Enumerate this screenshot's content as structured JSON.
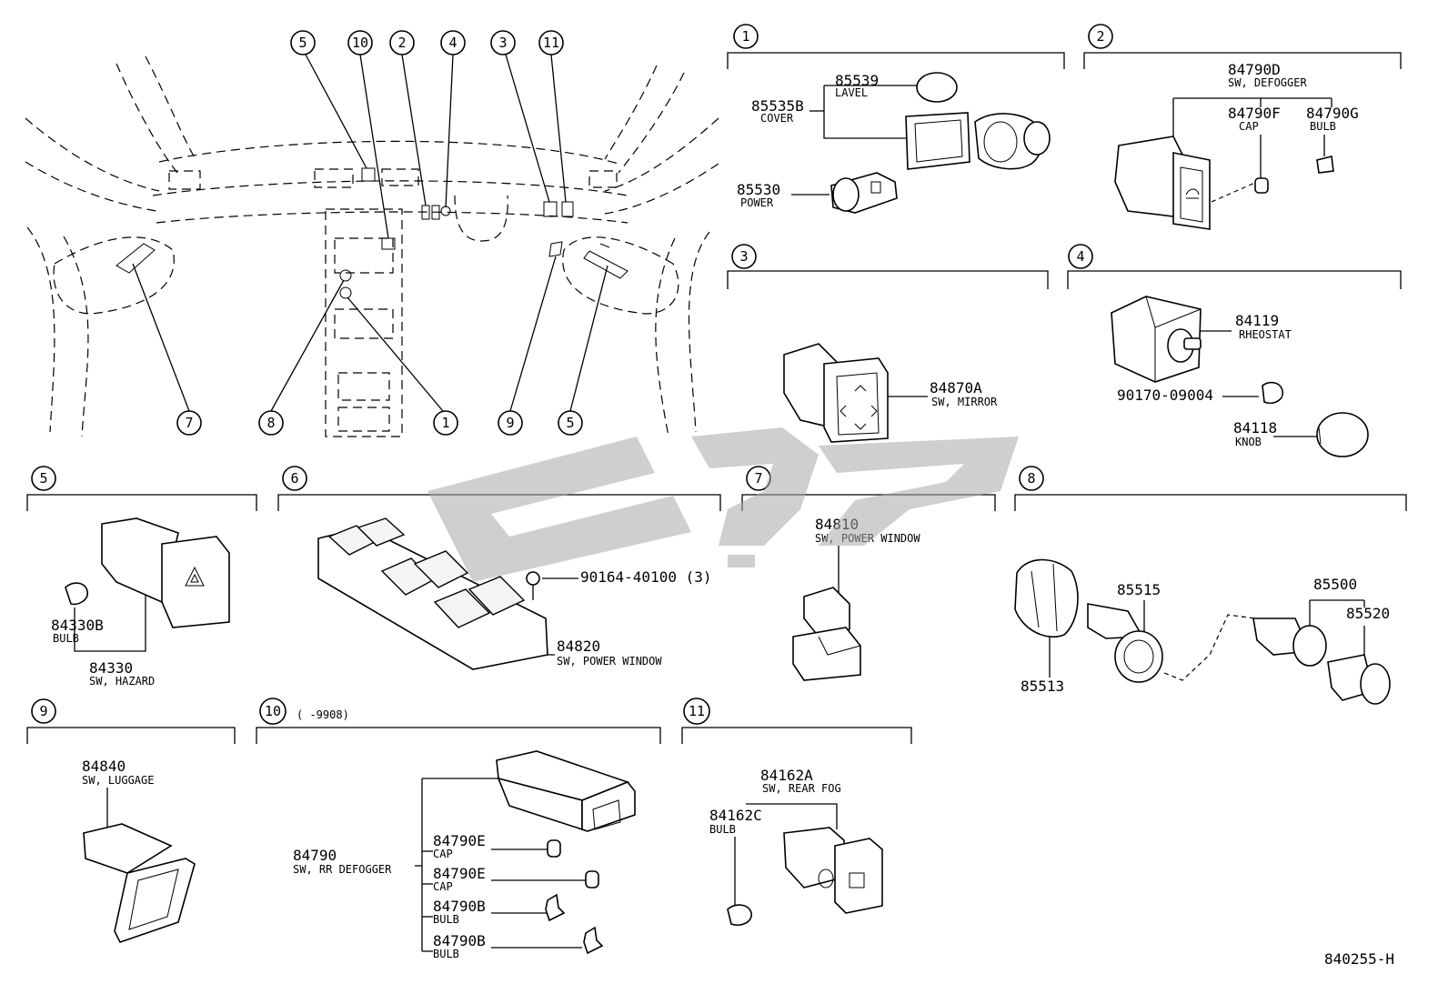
{
  "diagram_id": "840255-H",
  "overview": {
    "callouts_top": [
      "5",
      "10",
      "2",
      "4",
      "3",
      "11"
    ],
    "callouts_bottom": [
      "7",
      "8",
      "1",
      "9",
      "5"
    ]
  },
  "groups": [
    {
      "num": "1",
      "parts": [
        {
          "pn": "85539",
          "desc": "LAVEL"
        },
        {
          "pn": "85535B",
          "desc": "COVER"
        },
        {
          "pn": "85530",
          "desc": "POWER"
        }
      ]
    },
    {
      "num": "2",
      "parts": [
        {
          "pn": "84790D",
          "desc": "SW, DEFOGGER"
        },
        {
          "pn": "84790F",
          "desc": "CAP"
        },
        {
          "pn": "84790G",
          "desc": "BULB"
        }
      ]
    },
    {
      "num": "3",
      "parts": [
        {
          "pn": "84870A",
          "desc": "SW, MIRROR"
        }
      ]
    },
    {
      "num": "4",
      "parts": [
        {
          "pn": "84119",
          "desc": "RHEOSTAT"
        },
        {
          "pn": "90170-09004",
          "desc": ""
        },
        {
          "pn": "84118",
          "desc": "KNOB"
        }
      ]
    },
    {
      "num": "5",
      "parts": [
        {
          "pn": "84330B",
          "desc": "BULB"
        },
        {
          "pn": "84330",
          "desc": "SW, HAZARD"
        }
      ]
    },
    {
      "num": "6",
      "parts": [
        {
          "pn": "90164-40100 (3)",
          "desc": ""
        },
        {
          "pn": "84820",
          "desc": "SW, POWER WINDOW"
        }
      ]
    },
    {
      "num": "7",
      "parts": [
        {
          "pn": "84810",
          "desc": "SW, POWER WINDOW"
        }
      ]
    },
    {
      "num": "8",
      "parts": [
        {
          "pn": "85515",
          "desc": ""
        },
        {
          "pn": "85500",
          "desc": ""
        },
        {
          "pn": "85520",
          "desc": ""
        },
        {
          "pn": "85513",
          "desc": ""
        }
      ]
    },
    {
      "num": "9",
      "parts": [
        {
          "pn": "84840",
          "desc": "SW, LUGGAGE"
        }
      ]
    },
    {
      "num": "10",
      "range": "(      -9908)",
      "parts": [
        {
          "pn": "84790",
          "desc": "SW, RR DEFOGGER"
        },
        {
          "pn": "84790E",
          "desc": "CAP"
        },
        {
          "pn": "84790E",
          "desc": "CAP"
        },
        {
          "pn": "84790B",
          "desc": "BULB"
        },
        {
          "pn": "84790B",
          "desc": "BULB"
        }
      ]
    },
    {
      "num": "11",
      "parts": [
        {
          "pn": "84162A",
          "desc": "SW, REAR FOG"
        },
        {
          "pn": "84162C",
          "desc": "BULB"
        }
      ]
    }
  ]
}
